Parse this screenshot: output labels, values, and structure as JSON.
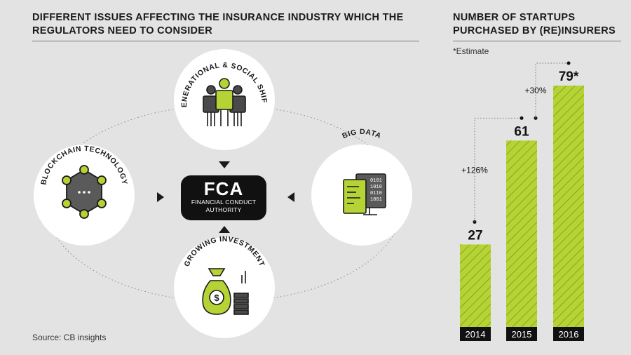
{
  "left_panel": {
    "title_line1": "DIFFERENT ISSUES AFFECTING THE INSURANCE INDUSTRY WHICH THE",
    "title_line2": "REGULATORS NEED TO CONSIDER",
    "center": {
      "acronym": "FCA",
      "line1": "FINANCIAL CONDUCT",
      "line2": "AUTHORITY"
    },
    "issues": [
      {
        "label": "GENERATIONAL & SOCIAL SHIFTS",
        "icon": "people-group-icon"
      },
      {
        "label": "BIG DATA",
        "icon": "data-screen-icon"
      },
      {
        "label": "GROWING INVESTMENT",
        "icon": "money-bag-icon"
      },
      {
        "label": "BLOCKCHAIN TECHNOLOGY",
        "icon": "blockchain-hexagon-icon"
      }
    ],
    "source": "Source: CB insights"
  },
  "right_panel": {
    "title_line1": "NUMBER OF STARTUPS",
    "title_line2": "PURCHASED BY (RE)INSURERS",
    "note": "*Estimate"
  },
  "colors": {
    "accent": "#b5d334",
    "dark": "#111111",
    "background": "#e3e3e3",
    "circle": "#ffffff"
  },
  "chart_data": {
    "type": "bar",
    "categories": [
      "2014",
      "2015",
      "2016"
    ],
    "values": [
      27,
      61,
      79
    ],
    "value_labels": [
      "27",
      "61",
      "79*"
    ],
    "growth_labels": [
      "+126%",
      "+30%"
    ],
    "title": "NUMBER OF STARTUPS PURCHASED BY (RE)INSURERS",
    "ylim": [
      0,
      79
    ]
  }
}
